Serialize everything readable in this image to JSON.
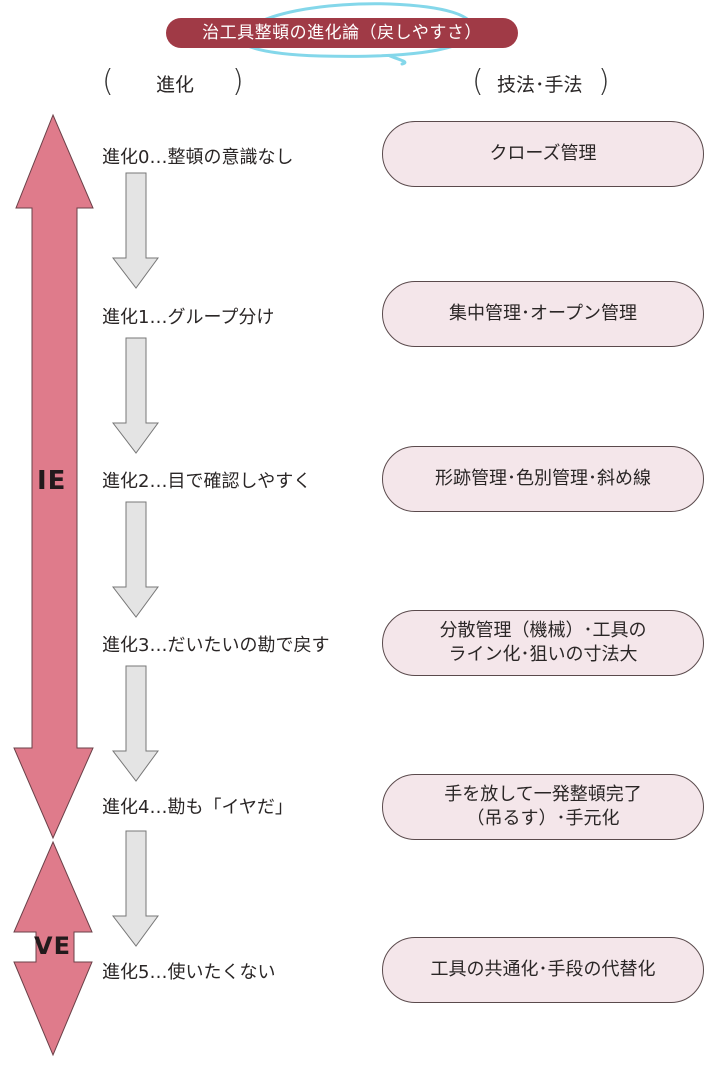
{
  "title": "治工具整頓の進化論（戻しやすさ）",
  "headers": {
    "evolution": "進化",
    "methods": "技法･手法"
  },
  "axis_labels": {
    "ie": "IE",
    "ve": "VE"
  },
  "stages": [
    {
      "label": "進化0…整頓の意識なし",
      "method": "クローズ管理"
    },
    {
      "label": "進化1…グループ分け",
      "method": "集中管理･オープン管理"
    },
    {
      "label": "進化2…目で確認しやすく",
      "method": "形跡管理･色別管理･斜め線"
    },
    {
      "label": "進化3…だいたいの勘で戻す",
      "method": "分散管理（機械）･工具の\nライン化･狙いの寸法大"
    },
    {
      "label": "進化4…勘も「イヤだ」",
      "method": "手を放して一発整頓完了\n（吊るす）･手元化"
    },
    {
      "label": "進化5…使いたくない",
      "method": "工具の共通化･手段の代替化"
    }
  ],
  "colors": {
    "title_bg": "#a03a46",
    "big_arrow_fill": "#df7b8b",
    "big_arrow_stroke": "#6b4048",
    "step_arrow_fill": "#e4e4e4",
    "step_arrow_stroke": "#777777",
    "box_fill": "#f4e6ea",
    "box_stroke": "#5a4a4c",
    "pen": "#6ed0e6"
  }
}
